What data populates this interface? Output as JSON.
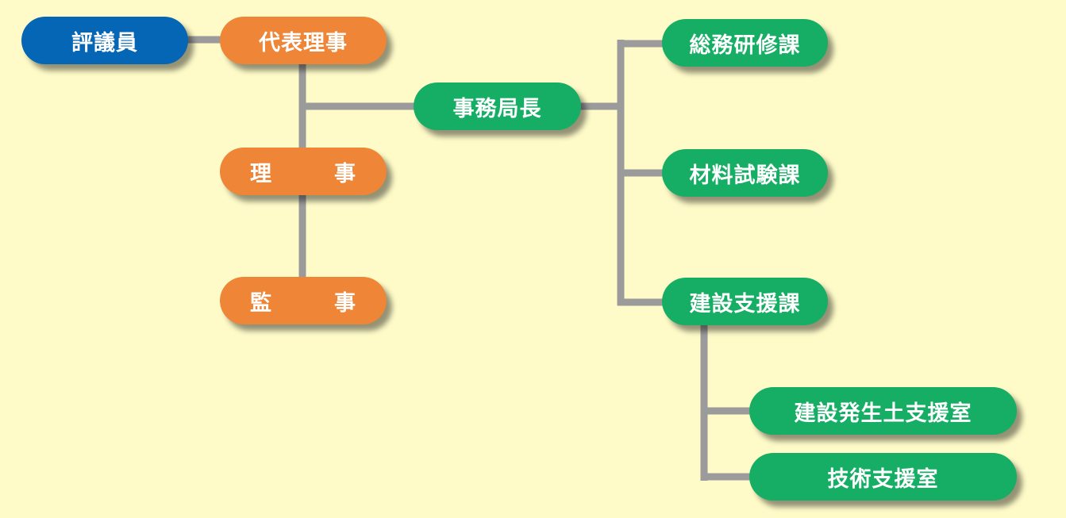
{
  "colors": {
    "background": "#fefbc8",
    "connector": "#9b9b9b",
    "blue": "#0566b5",
    "orange": "#ee8537",
    "green": "#15ae64"
  },
  "nodes": {
    "councilor": "評議員",
    "representative_director": "代表理事",
    "director": {
      "left": "理",
      "right": "事"
    },
    "auditor": {
      "left": "監",
      "right": "事"
    },
    "secretary_general": "事務局長",
    "general_affairs_training": "総務研修課",
    "material_testing": "材料試験課",
    "construction_support": "建設支援課",
    "construction_soil_support": "建設発生土支援室",
    "technical_support": "技術支援室"
  }
}
